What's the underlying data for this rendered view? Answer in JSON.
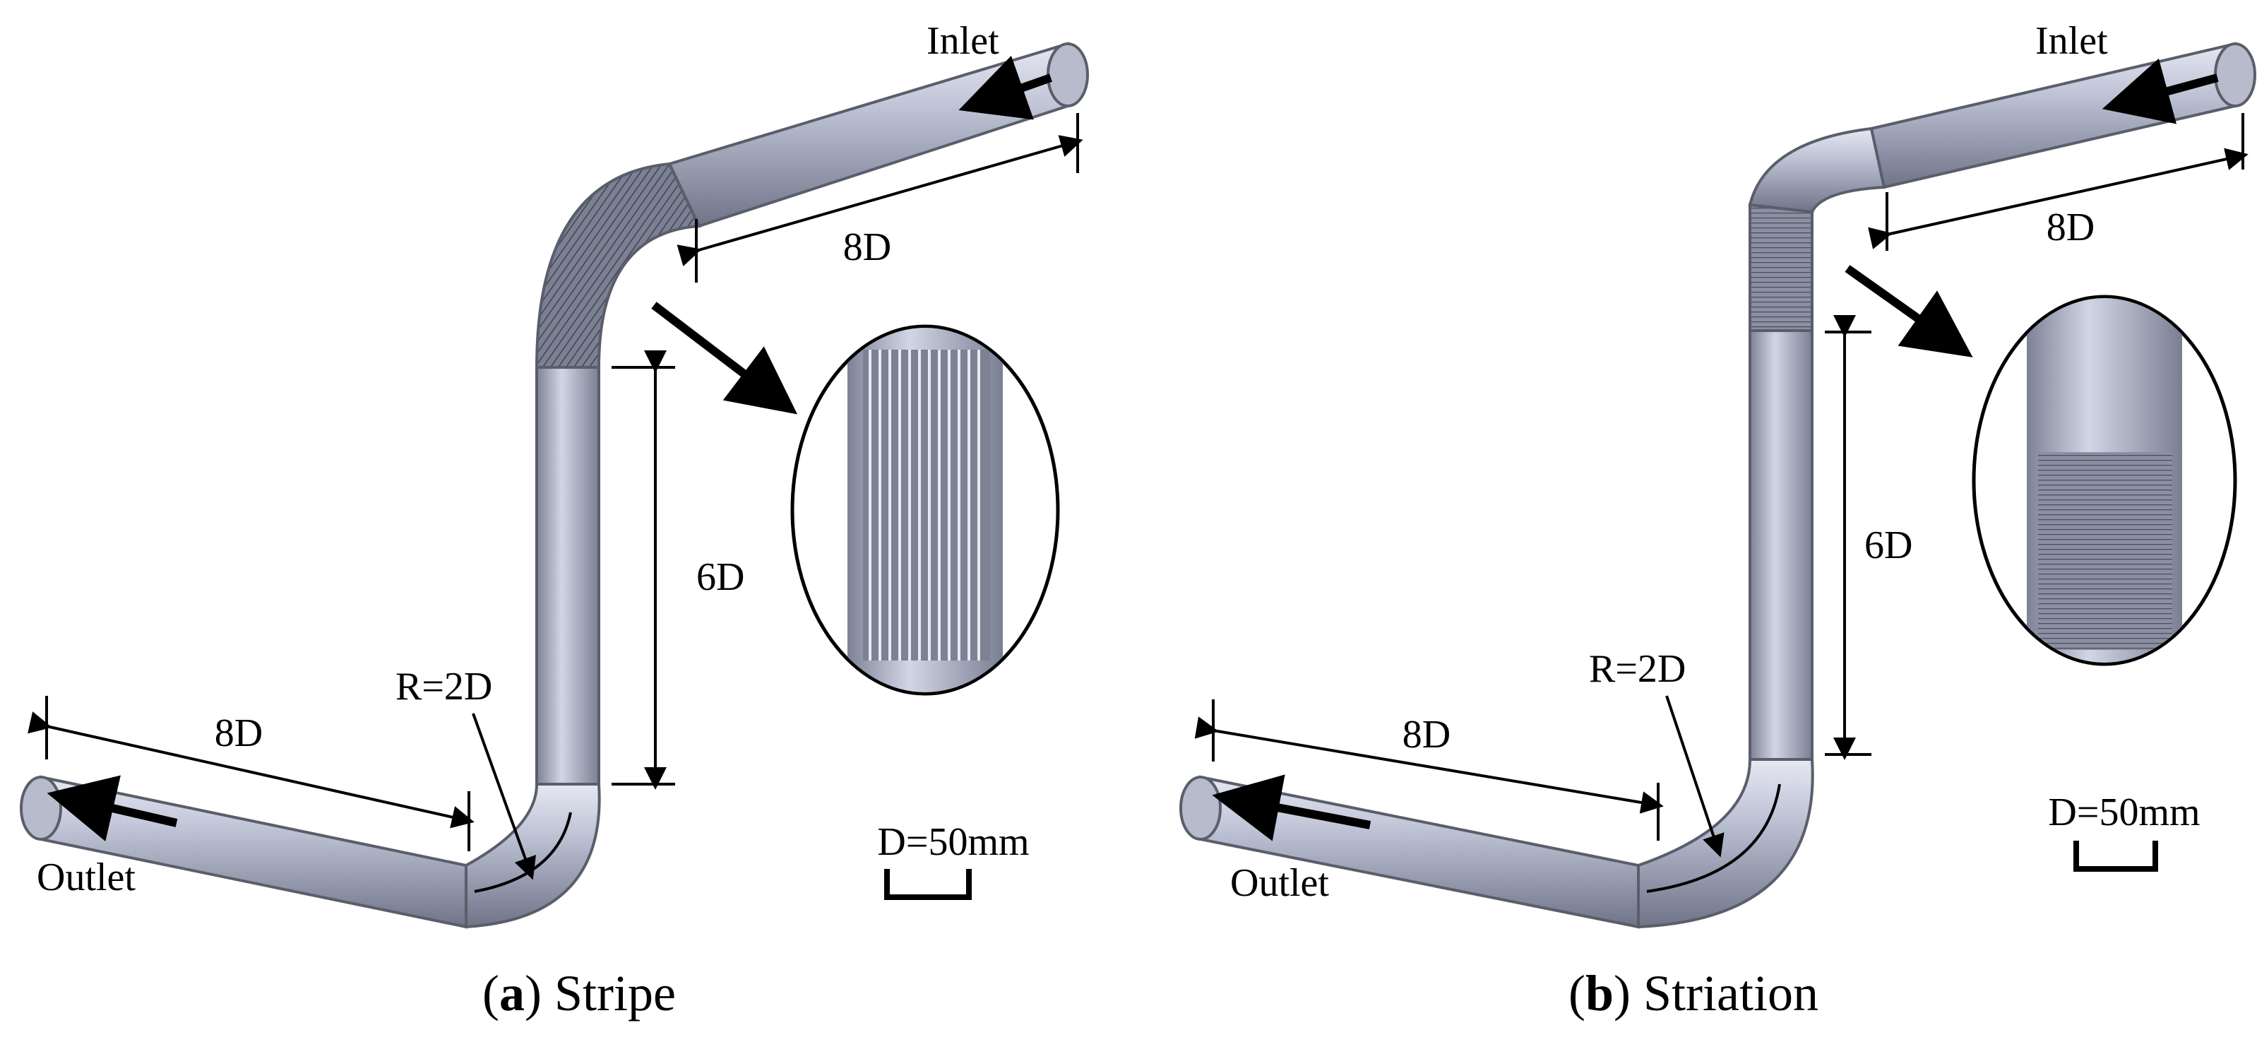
{
  "panels": [
    {
      "inlet_label": "Inlet",
      "outlet_label": "Outlet",
      "inlet_length": "8D",
      "outlet_length": "8D",
      "vertical_length": "6D",
      "bend_radius": "R=2D",
      "scale_label": "D=50mm",
      "caption_letter": "a",
      "caption_text": "Stripe",
      "texture": "stripe"
    },
    {
      "inlet_label": "Inlet",
      "outlet_label": "Outlet",
      "inlet_length": "8D",
      "outlet_length": "8D",
      "vertical_length": "6D",
      "bend_radius": "R=2D",
      "scale_label": "D=50mm",
      "caption_letter": "b",
      "caption_text": "Striation",
      "texture": "striation"
    }
  ],
  "colors": {
    "pipe_light": "#c9ccdc",
    "pipe_mid": "#9a9fb4",
    "pipe_dark": "#5f6478",
    "textured": "#6f7486"
  }
}
